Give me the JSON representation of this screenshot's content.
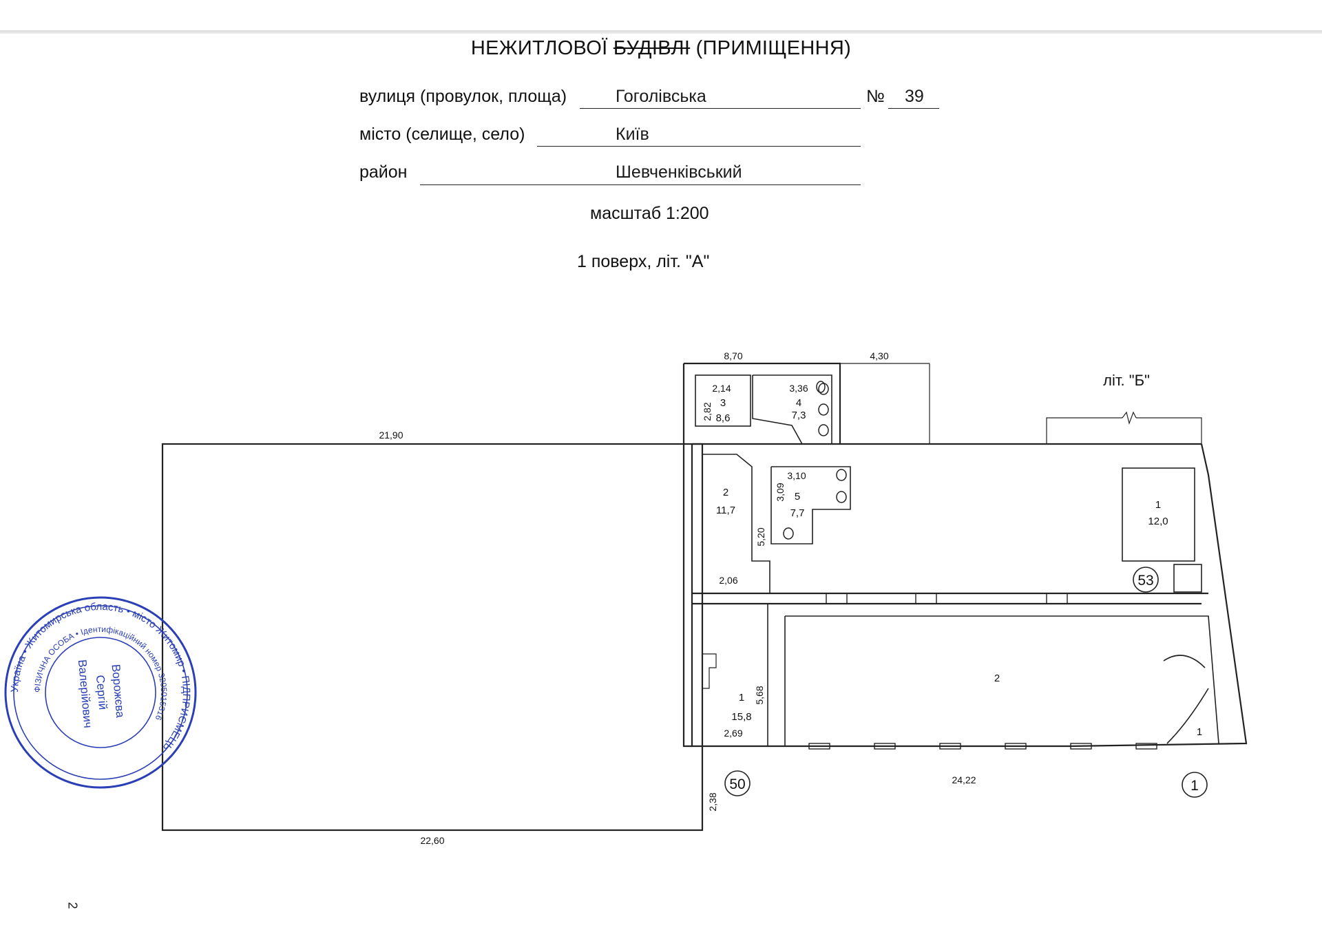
{
  "header": {
    "title_pre": "НЕЖИТЛОВОЇ ",
    "title_strike": "БУДІВЛІ",
    "title_post": " (ПРИМІЩЕННЯ)",
    "street_label": "вулиця (провулок, площа)",
    "street_value": "Гоголівська",
    "number_label": "№",
    "number_value": "39",
    "city_label": "місто (селище, село)",
    "city_value": "Київ",
    "district_label": "район",
    "district_value": "Шевченківський",
    "scale": "масштаб 1:200",
    "floor": "1 поверх, літ. \"А\""
  },
  "plan": {
    "building_b_label": "літ. \"Б\"",
    "dimensions": {
      "top_left_width": "8,70",
      "top_right_width": "4,30",
      "left_block_top": "21,90",
      "left_block_bottom": "22,60",
      "bottom_right": "24,22",
      "stair_offset": "2,38",
      "room3_w": "2,14",
      "room3_h": "2,82",
      "room4_w": "3,36",
      "room5_w": "3,10",
      "room5_h": "3,09",
      "room2_h": "5,20",
      "room2_w": "2,06",
      "room1_h": "5,68",
      "room1_w": "2,69"
    },
    "rooms": {
      "r3_num": "3",
      "r3_area": "8,6",
      "r4_num": "4",
      "r4_area": "7,3",
      "r5_num": "5",
      "r5_area": "7,7",
      "r2_num": "2",
      "r2_area": "11,7",
      "r1_num": "1",
      "r1_area": "15,8",
      "big_num": "2",
      "b1_num": "1",
      "b1_area": "12,0",
      "corner_num": "1"
    },
    "markers": {
      "m50": "50",
      "m53": "53",
      "m1": "1"
    }
  },
  "stamp": {
    "outer_text": "Україна • Житомирська область • місто Житомир • ПІДПРИЄМЕЦЬ",
    "inner_text": "ФІЗИЧНА ОСОБА • Ідентифікаційний номер 3205015316",
    "center_lines": [
      "Ворожєва",
      "Сергій",
      "Валерійович"
    ]
  },
  "page_number": "2"
}
